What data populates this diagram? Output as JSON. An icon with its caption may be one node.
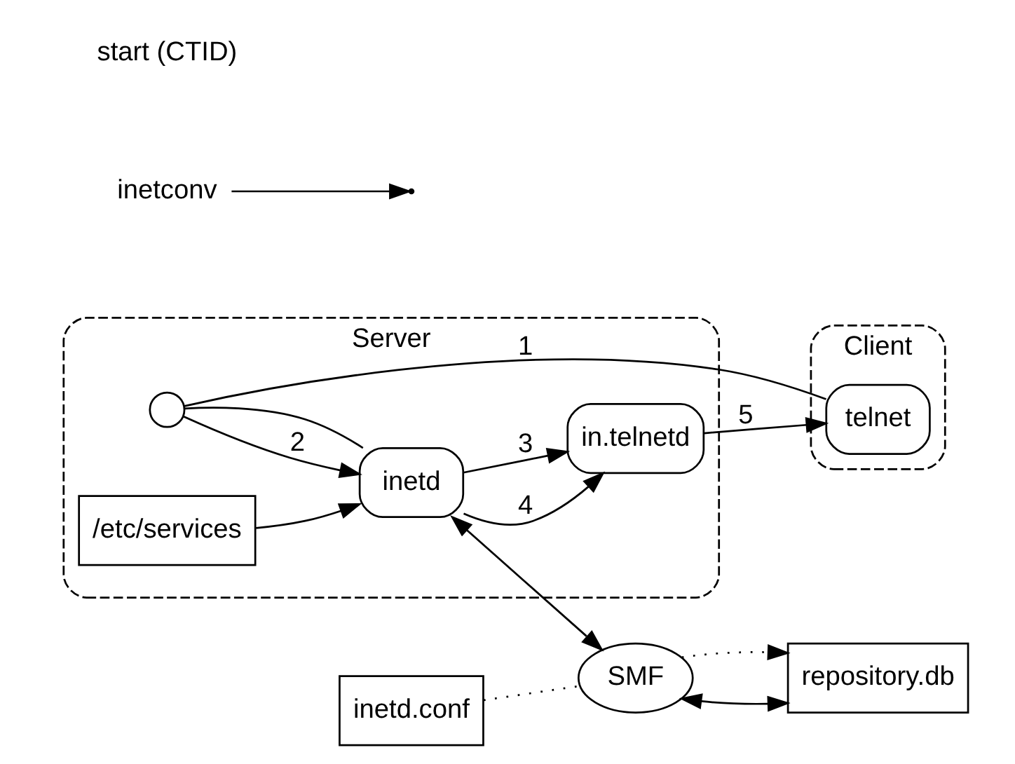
{
  "diagram": {
    "nodes": [
      {
        "text": [
          "Client"
        ]
      },
      {
        "text": [
          "Server"
        ]
      },
      {
        "text": [
          "telnet"
        ],
        "in": 0
      },
      {
        "text": [
          "in.telnetd"
        ],
        "in": 1
      },
      {
        "text": [],
        "shape": "circle",
        "in": 1
      },
      {
        "text": [
          "inetd"
        ],
        "in": 1
      },
      {
        "text": [
          "/etc/services"
        ],
        "in": 1
      },
      {
        "text": [
          "SMF"
        ]
      },
      {
        "text": [
          "repository.db"
        ]
      },
      {
        "text": [
          "inetd.conf"
        ]
      },
      {
        "text": [
          "inetconv"
        ]
      }
    ],
    "edges": [
      {
        "from": 3,
        "to": 2,
        "arrow": "to",
        "label": "5"
      },
      {
        "from": 2,
        "to": 4,
        "arrow": "none",
        "label": "1"
      },
      {
        "from": 4,
        "to": 5,
        "arrow": "to",
        "label": "2"
      },
      {
        "from": 4,
        "to": 5,
        "arrow": "none"
      },
      {
        "from": 5,
        "to": 3,
        "arrow": "to",
        "label": "4"
      },
      {
        "from": 5,
        "to": 3,
        "arrow": "to",
        "label": "3"
      },
      {
        "from": 6,
        "to": 5,
        "arrow": "to"
      },
      {
        "from": 5,
        "to": 7,
        "arrow": "both"
      },
      {
        "from": 7,
        "to": 8,
        "arrow": "both"
      },
      {
        "from": 7,
        "to": 8,
        "arrow": "to",
        "style": "dashed"
      },
      {
        "from": 9,
        "to": 7,
        "arrow": "none",
        "style": "dashed"
      },
      {
        "from": 10,
        "to": null,
        "arrow": "to"
      }
    ],
    "labels": [
      "start (CTID)"
    ]
  }
}
